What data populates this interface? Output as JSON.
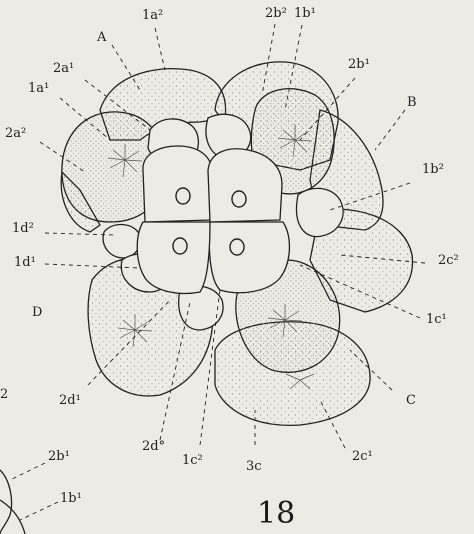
{
  "figure": {
    "number": "18",
    "labels": {
      "A": "A",
      "B": "B",
      "C": "C",
      "D": "D",
      "a1a2": "1a²",
      "b2b2": "2b²",
      "b1b1": "1b¹",
      "b2b1": "2b¹",
      "a2a1": "2a¹",
      "a1a1": "1a¹",
      "a2a2": "2a²",
      "b1b2": "1b²",
      "d1d2": "1d²",
      "d1d1": "1d¹",
      "c2c2": "2c²",
      "c1c1": "1c¹",
      "d2d1": "2d¹",
      "d2d2": "2d°",
      "c1c2": "1c²",
      "c3": "3c",
      "c2c1": "2c¹",
      "edge2": "2",
      "nb2b1": "2b¹",
      "nb1b1": "1b¹"
    }
  },
  "colors": {
    "ink": "#1f1f1f",
    "paper": "#ecebe4"
  }
}
